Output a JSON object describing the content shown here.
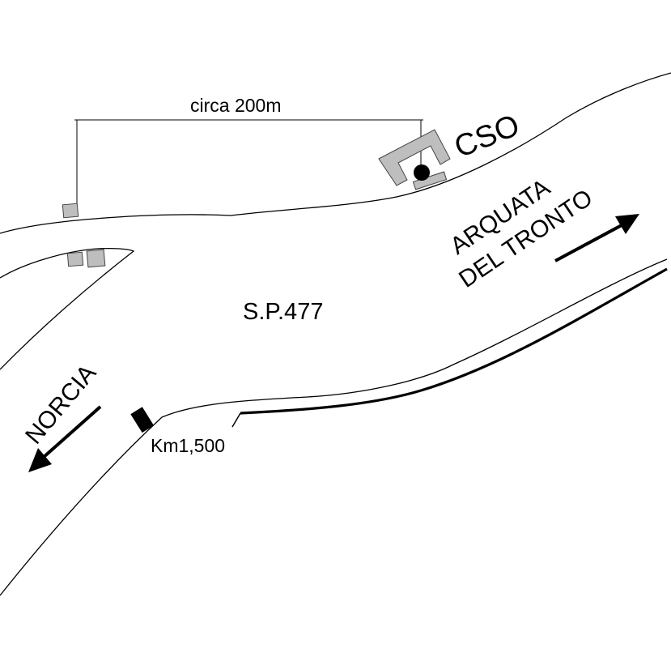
{
  "labels": {
    "distance": "circa 200m",
    "building": "CSO",
    "road": "S.P.477",
    "direction_east_line1": "ARQUATA",
    "direction_east_line2": "DEL TRONTO",
    "direction_west": "NORCIA",
    "kilometer_marker": "Km1,500"
  },
  "colors": {
    "line": "#000000",
    "building_fill": "#bebebe",
    "building_stroke": "#444444",
    "background": "#ffffff"
  }
}
